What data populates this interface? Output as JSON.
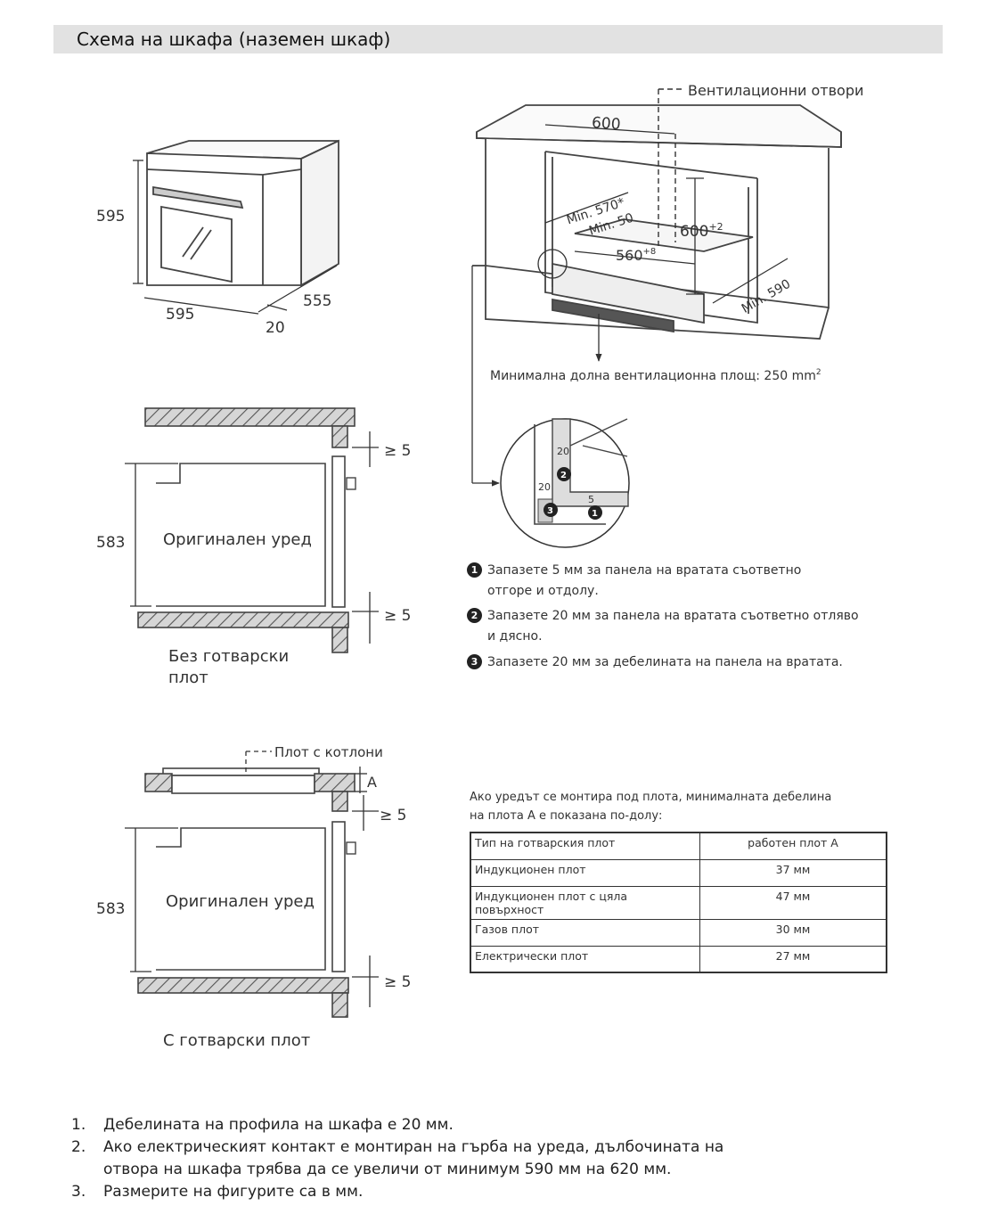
{
  "header": {
    "title": "Схема на шкафа (наземен шкаф)"
  },
  "oven_dims": {
    "height": "595",
    "width": "595",
    "depth": "555",
    "offset": "20"
  },
  "cabinet_dims": {
    "vents_label": "Вентилационни отвори",
    "width": "600",
    "min_width": "Min. 570*",
    "min_gap": "Min. 50",
    "height": "600",
    "height_tol": "+2",
    "depth": "560",
    "depth_tol": "+8",
    "min_depth": "Min. 590",
    "bottom_vent": "Минимална долна вентилационна площ: 250 mm",
    "bottom_vent_sup": "2"
  },
  "detail": {
    "a": "20",
    "b": "20",
    "c": "5",
    "m1": "1",
    "m2": "2",
    "m3": "3"
  },
  "notes": [
    {
      "badge": "1",
      "line1": "Запазете 5 мм за панела на вратата съответно",
      "line2": "отгоре и отдолу."
    },
    {
      "badge": "2",
      "line1": "Запазете 20 мм за панела на вратата съответно отляво",
      "line2": "и дясно."
    },
    {
      "badge": "3",
      "line1": "Запазете 20 мм за дебелината на панела на вратата.",
      "line2": ""
    }
  ],
  "diagram_no_hob": {
    "height": "583",
    "appliance": "Оригинален уред",
    "gap_top": "≥ 5",
    "gap_bottom": "≥ 5",
    "caption_l1": "Без готварски",
    "caption_l2": "плот"
  },
  "diagram_hob": {
    "hob_label": "Плот с котлони",
    "a_label": "A",
    "height": "583",
    "appliance": "Оригинален уред",
    "gap_top": "≥ 5",
    "gap_bottom": "≥ 5",
    "caption": "С готварски плот"
  },
  "table": {
    "intro_l1": "Ако уредът се монтира под плота, минималната дебелина",
    "intro_l2": "на плота А е показана по-долу:",
    "headers": [
      "Тип на готварския плот",
      "работен плот А"
    ],
    "rows": [
      [
        "Индукционен плот",
        "37 мм"
      ],
      [
        "Индукционен плот с цяла повърхност",
        "47 мм"
      ],
      [
        "Газов плот",
        "30 мм"
      ],
      [
        "Електрически плот",
        "27 мм"
      ]
    ]
  },
  "footnotes": [
    {
      "num": "1.",
      "text": "Дебелината на профила на шкафа е 20 мм.",
      "cont": ""
    },
    {
      "num": "2.",
      "text": "Ако електрическият контакт е монтиран на гърба на уреда, дълбочината на",
      "cont": "отвора на шкафа трябва да се увеличи от минимум 590 мм на 620 мм."
    },
    {
      "num": "3.",
      "text": "Размерите на фигурите са в мм.",
      "cont": ""
    }
  ]
}
